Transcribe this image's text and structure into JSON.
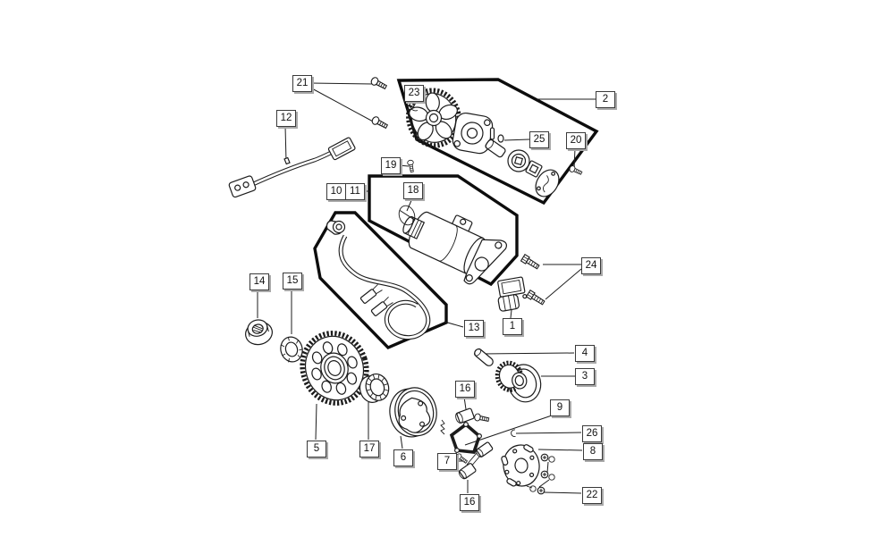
{
  "diagram": {
    "kind": "exploded-parts-diagram",
    "colors": {
      "background": "#ffffff",
      "line": "#1c1c1c",
      "panel_line": "#0d0d0d",
      "callout_background": "#ffffff",
      "callout_border": "#3a3a3a",
      "callout_shadow": "#a9a9a9",
      "callout_text": "#111111"
    },
    "callouts": {
      "c1": {
        "label": "1"
      },
      "c2": {
        "label": "2"
      },
      "c3": {
        "label": "3"
      },
      "c4": {
        "label": "4"
      },
      "c5": {
        "label": "5"
      },
      "c6": {
        "label": "6"
      },
      "c7": {
        "label": "7"
      },
      "c8": {
        "label": "8"
      },
      "c9": {
        "label": "9"
      },
      "c10": {
        "label": "10"
      },
      "c11": {
        "label": "11"
      },
      "c12": {
        "label": "12"
      },
      "c13": {
        "label": "13"
      },
      "c14": {
        "label": "14"
      },
      "c15": {
        "label": "15"
      },
      "c16a": {
        "label": "16"
      },
      "c16b": {
        "label": "16"
      },
      "c17": {
        "label": "17"
      },
      "c18": {
        "label": "18"
      },
      "c19": {
        "label": "19"
      },
      "c20": {
        "label": "20"
      },
      "c21": {
        "label": "21"
      },
      "c22": {
        "label": "22"
      },
      "c23": {
        "label": "23"
      },
      "c24": {
        "label": "24"
      },
      "c25": {
        "label": "25"
      },
      "c26": {
        "label": "26"
      }
    }
  }
}
